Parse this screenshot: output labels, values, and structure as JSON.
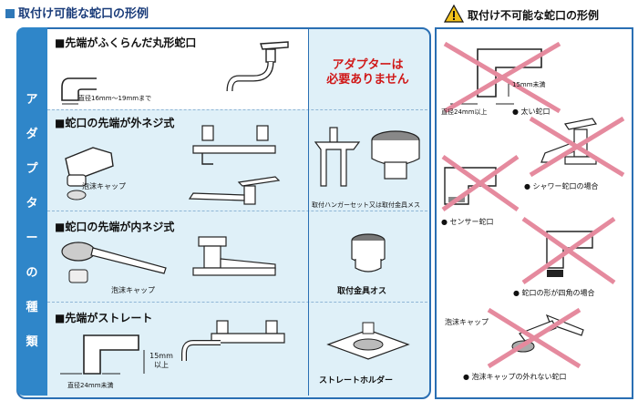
{
  "header": {
    "left_title": "取付け可能な蛇口の形例",
    "right_title": "取付け不可能な蛇口の形例"
  },
  "side_label": [
    "ア",
    "ダ",
    "プ",
    "タ",
    "ー",
    "の",
    "種",
    "類"
  ],
  "sections": [
    {
      "title": "■先端がふくらんだ丸形蛇口",
      "dim": "直径16mm〜19mmまで",
      "note_line1": "アダプターは",
      "note_line2": "必要ありません"
    },
    {
      "title": "■蛇口の先端が外ネジ式",
      "cap": "泡沫キャップ",
      "part": "取付ハンガーセット又は取付金具メス"
    },
    {
      "title": "■蛇口の先端が内ネジ式",
      "cap": "泡沫キャップ",
      "part": "取付金具オス"
    },
    {
      "title": "■先端がストレート",
      "dim": "直径24mm未満",
      "len_line1": "15mm",
      "len_line2": "以上",
      "part": "ストレートホルダー"
    }
  ],
  "ng": {
    "len": "15mm未満",
    "dia": "直径24mm以上",
    "thick": "● 太い蛇口",
    "shower": "● シャワー蛇口の場合",
    "sensor": "● センサー蛇口",
    "square": "● 蛇口の形が四角の場合",
    "cap": "泡沫キャップ",
    "cap_fixed": "● 泡沫キャップの外れない蛇口"
  },
  "colors": {
    "accent": "#2f86c9",
    "panel": "#dff0f8",
    "cross": "#e58a9e",
    "warn": "#f2c21b",
    "red_text": "#d01818"
  }
}
